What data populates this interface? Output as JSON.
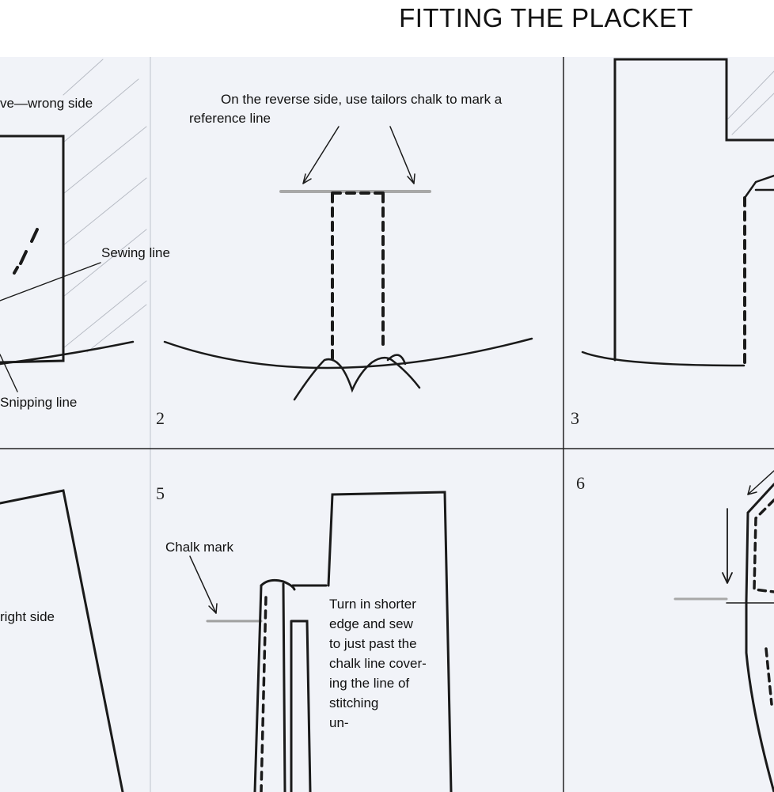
{
  "title": "FITTING THE PLACKET",
  "panels": {
    "p1": {
      "label_top": "ve—wrong side",
      "label_sewing": "Sewing line",
      "label_snipping": "Snipping line"
    },
    "p2": {
      "number": "2",
      "instruction_line1": "On the reverse side, use tailors chalk to mark a",
      "instruction_line2": "reference line"
    },
    "p3": {
      "number": "3"
    },
    "p4": {
      "label_side": "right side"
    },
    "p5": {
      "number": "5",
      "label_chalk": "Chalk mark",
      "instruction_lines": [
        "Turn in shorter",
        "edge and sew",
        "to just past the",
        "chalk line cover-",
        "ing the line of",
        "stitching",
        "un-"
      ]
    },
    "p6": {
      "number": "6"
    }
  },
  "colors": {
    "ink": "#111111",
    "paper": "#f1f3f8",
    "grid": "#c5c9d2",
    "chalk": "#9a9a9a"
  }
}
